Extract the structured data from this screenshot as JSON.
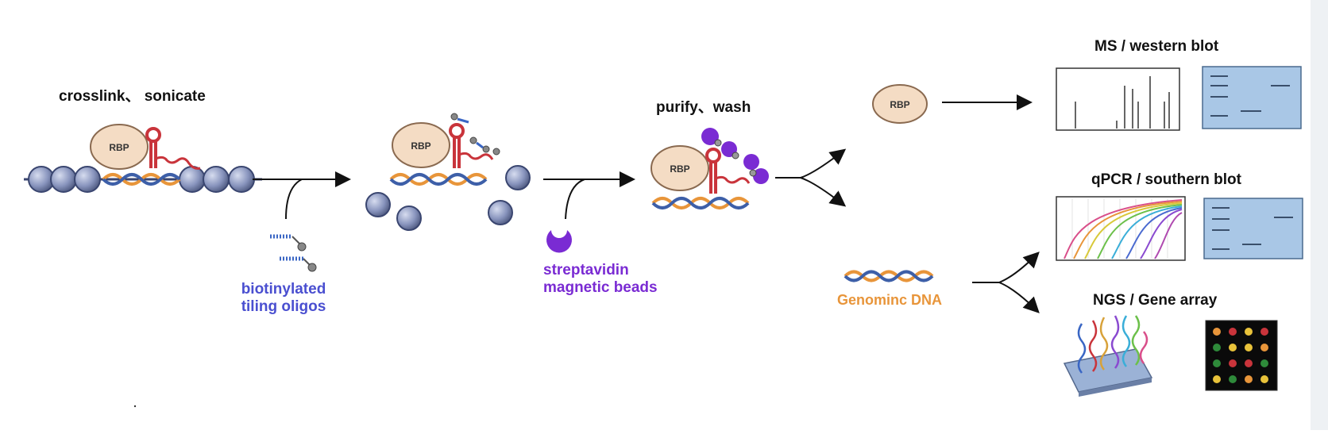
{
  "steps": {
    "crosslink": "crosslink、 sonicate",
    "purify": "purify、wash"
  },
  "reagents": {
    "oligos_line1": "biotinylated",
    "oligos_line2": "tiling oligos",
    "beads_line1": "streptavidin",
    "beads_line2": "magnetic beads"
  },
  "molecules": {
    "rbp": "RBP",
    "genomic_dna": "Genominc DNA"
  },
  "outputs": {
    "ms": "MS / western blot",
    "qpcr": "qPCR / southern blot",
    "ngs": "NGS / Gene array"
  },
  "colors": {
    "nucleosome": "#7f8cb5",
    "rna": "#c9343b",
    "dna_orange": "#e8953a",
    "dna_blue": "#3d5fa8",
    "rbp_fill": "#f4dcc4",
    "bead": "#7a2bd3",
    "oligo": "#3a66c4",
    "blot_panel": "#a9c7e6"
  }
}
